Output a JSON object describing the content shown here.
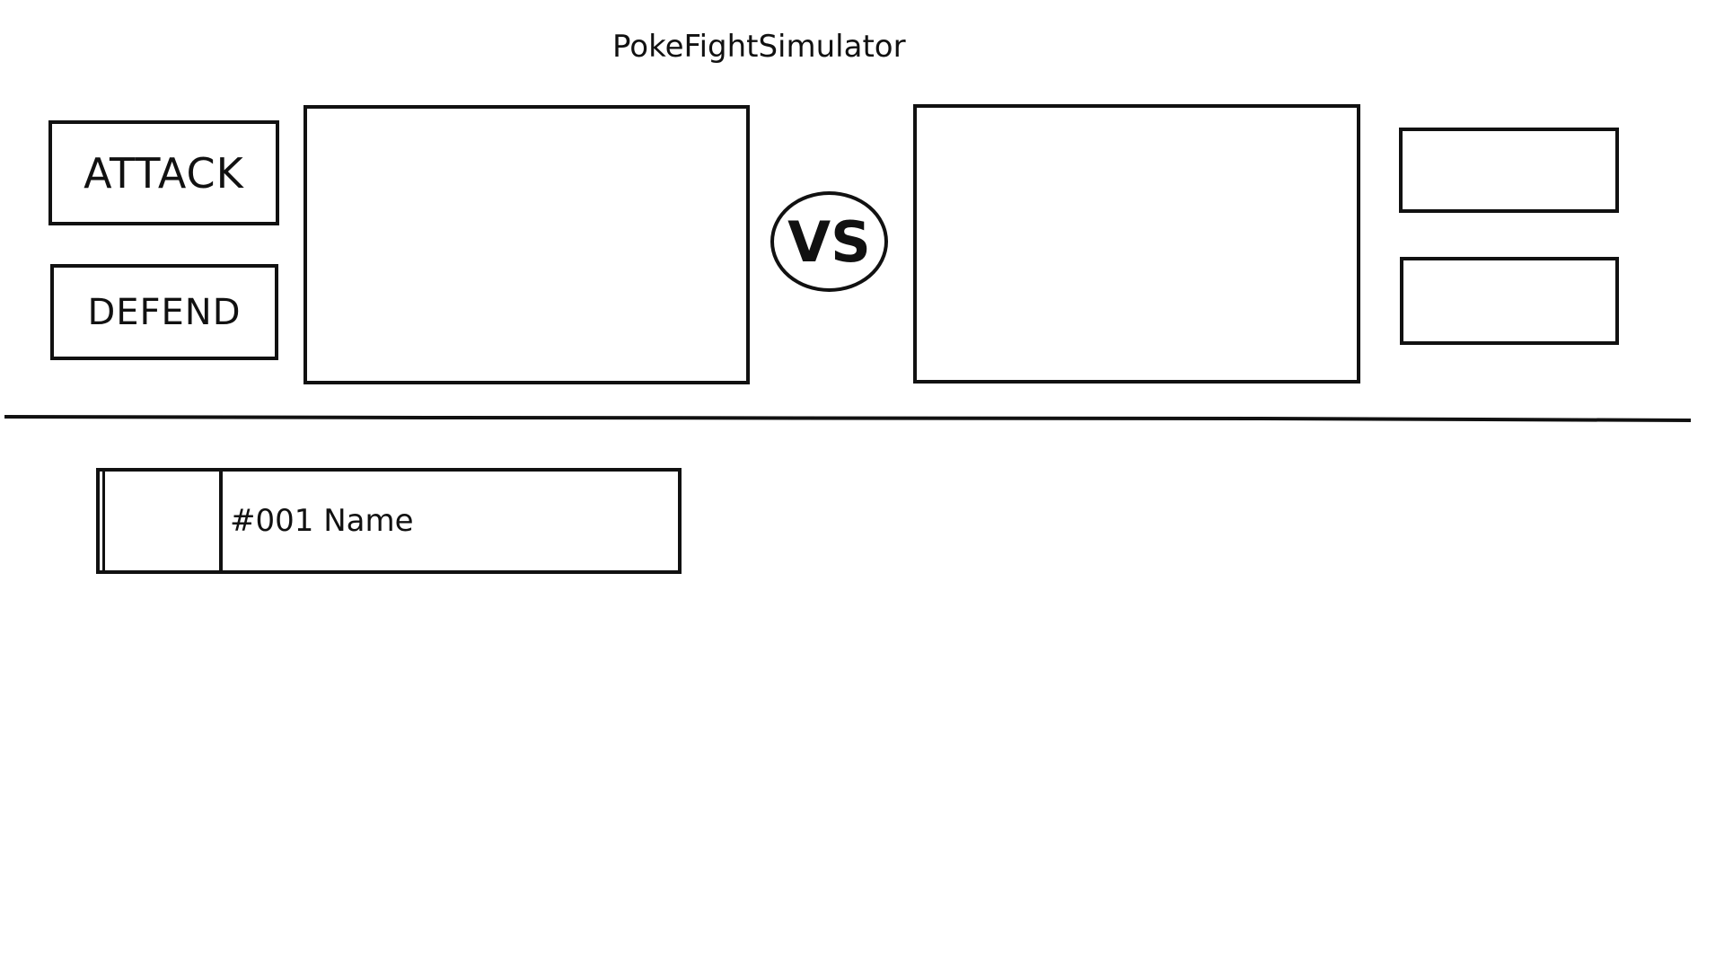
{
  "app": {
    "title": "PokeFightSimulator"
  },
  "actions": {
    "attack_label": "ATTACK",
    "defend_label": "DEFEND"
  },
  "battle": {
    "vs_label": "VS"
  },
  "pokemon_list": [
    {
      "label": "#001 Name"
    }
  ],
  "colors": {
    "background": "#ffffff",
    "stroke": "#111111"
  }
}
